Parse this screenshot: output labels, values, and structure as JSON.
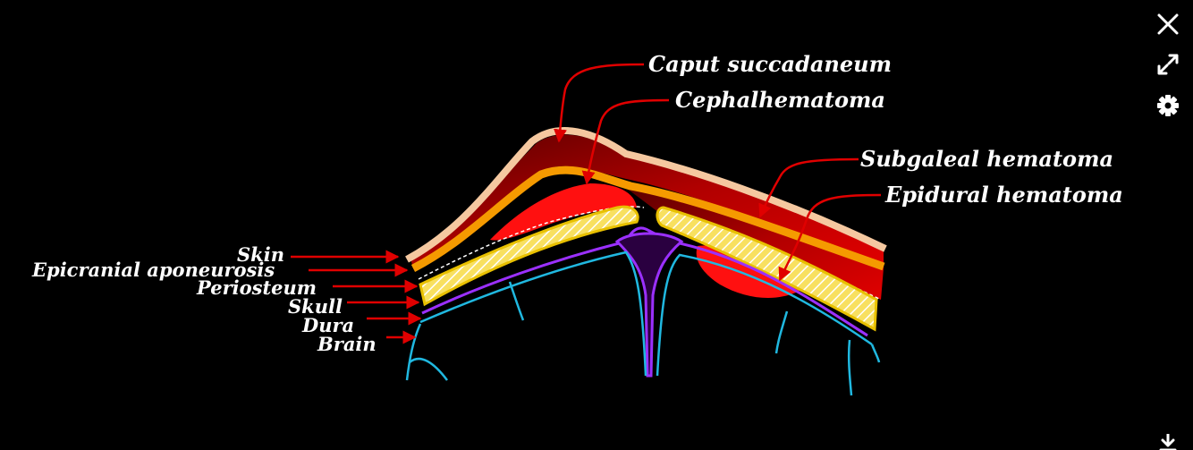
{
  "diagram": {
    "labels_top": {
      "caput": "Caput succadaneum",
      "cephal": "Cephalhematoma",
      "subgaleal": "Subgaleal hematoma",
      "epidural": "Epidural hematoma"
    },
    "labels_left": {
      "skin": "Skin",
      "epicranial": "Epicranial aponeurosis",
      "periosteum": "Periosteum",
      "skull": "Skull",
      "dura": "Dura",
      "brain": "Brain"
    }
  },
  "controls": {
    "close": "close-icon",
    "expand": "expand-icon",
    "settings": "gear-icon",
    "download": "download-icon"
  },
  "colors": {
    "skin": "#f5c8a0",
    "aponeurosis": "#f59a00",
    "caput": "#8b0000",
    "hematoma": "#ff1010",
    "skull": "#f5d000",
    "dura": "#9b30ff",
    "brain": "#20b8e0",
    "arrow": "#e00000"
  }
}
